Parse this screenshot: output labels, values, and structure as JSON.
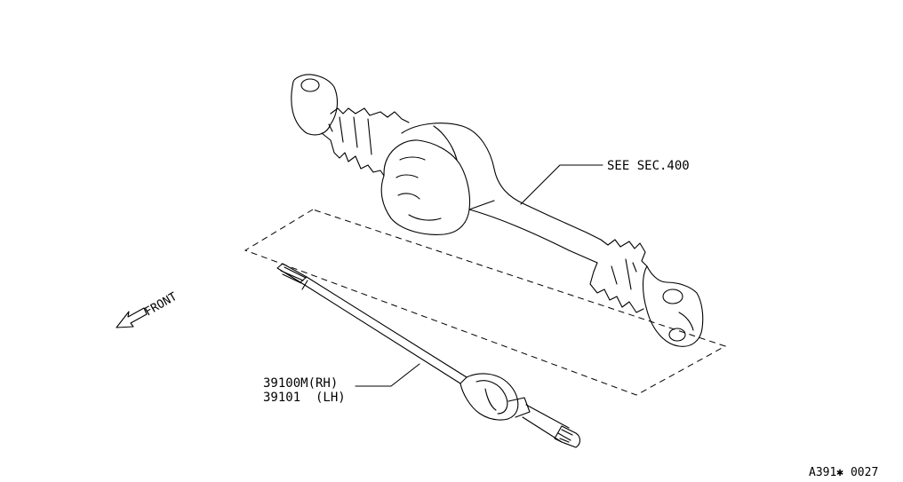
{
  "callouts": {
    "axle_housing_ref": "SEE SEC.400",
    "shaft_part_rh": "39100M(RH)",
    "shaft_part_lh": "39101  (LH)"
  },
  "orientation": {
    "front_label": "FRONT"
  },
  "footer": {
    "diagram_code": "A391✱ 0027"
  }
}
